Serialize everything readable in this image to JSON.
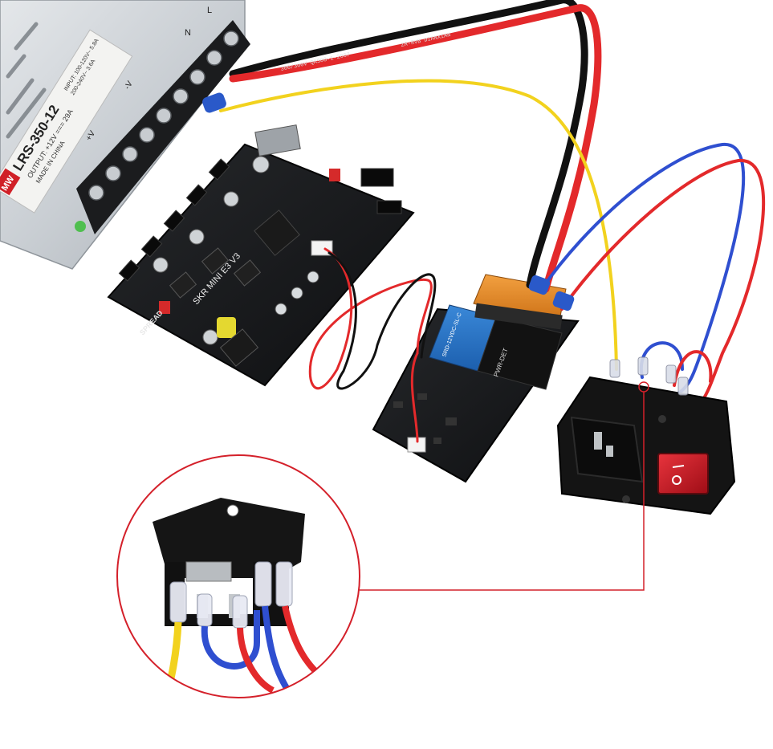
{
  "psu": {
    "model": "LRS-350-12",
    "brand": "MW",
    "output_spec": "OUTPUT: +12V === 29A",
    "input_spec": "INPUT: 100-120V~ 5.8A",
    "input_spec2": "200-240V~ 3.6A",
    "made_in": "MADE IN CHINA",
    "plus_v": "+V",
    "minus_v": "-V",
    "terminal_n": "N",
    "terminal_l": "L"
  },
  "board": {
    "name": "SKR MINI E3 V3",
    "brand": "SPREAD"
  },
  "relay_module": {
    "label": "PWR-DET",
    "relay_text": "SRD-12VDC-SL-C"
  },
  "cable_print": "300/300V  QA308-1-2007",
  "cable_print2": "ZR-RVB  DIANXIAN",
  "colors": {
    "red_wire": "#e3292b",
    "black_wire": "#111111",
    "yellow_wire": "#f2d21e",
    "blue_wire": "#2f4fd0",
    "callout": "#d4202a",
    "rocker": "#c4151f"
  }
}
